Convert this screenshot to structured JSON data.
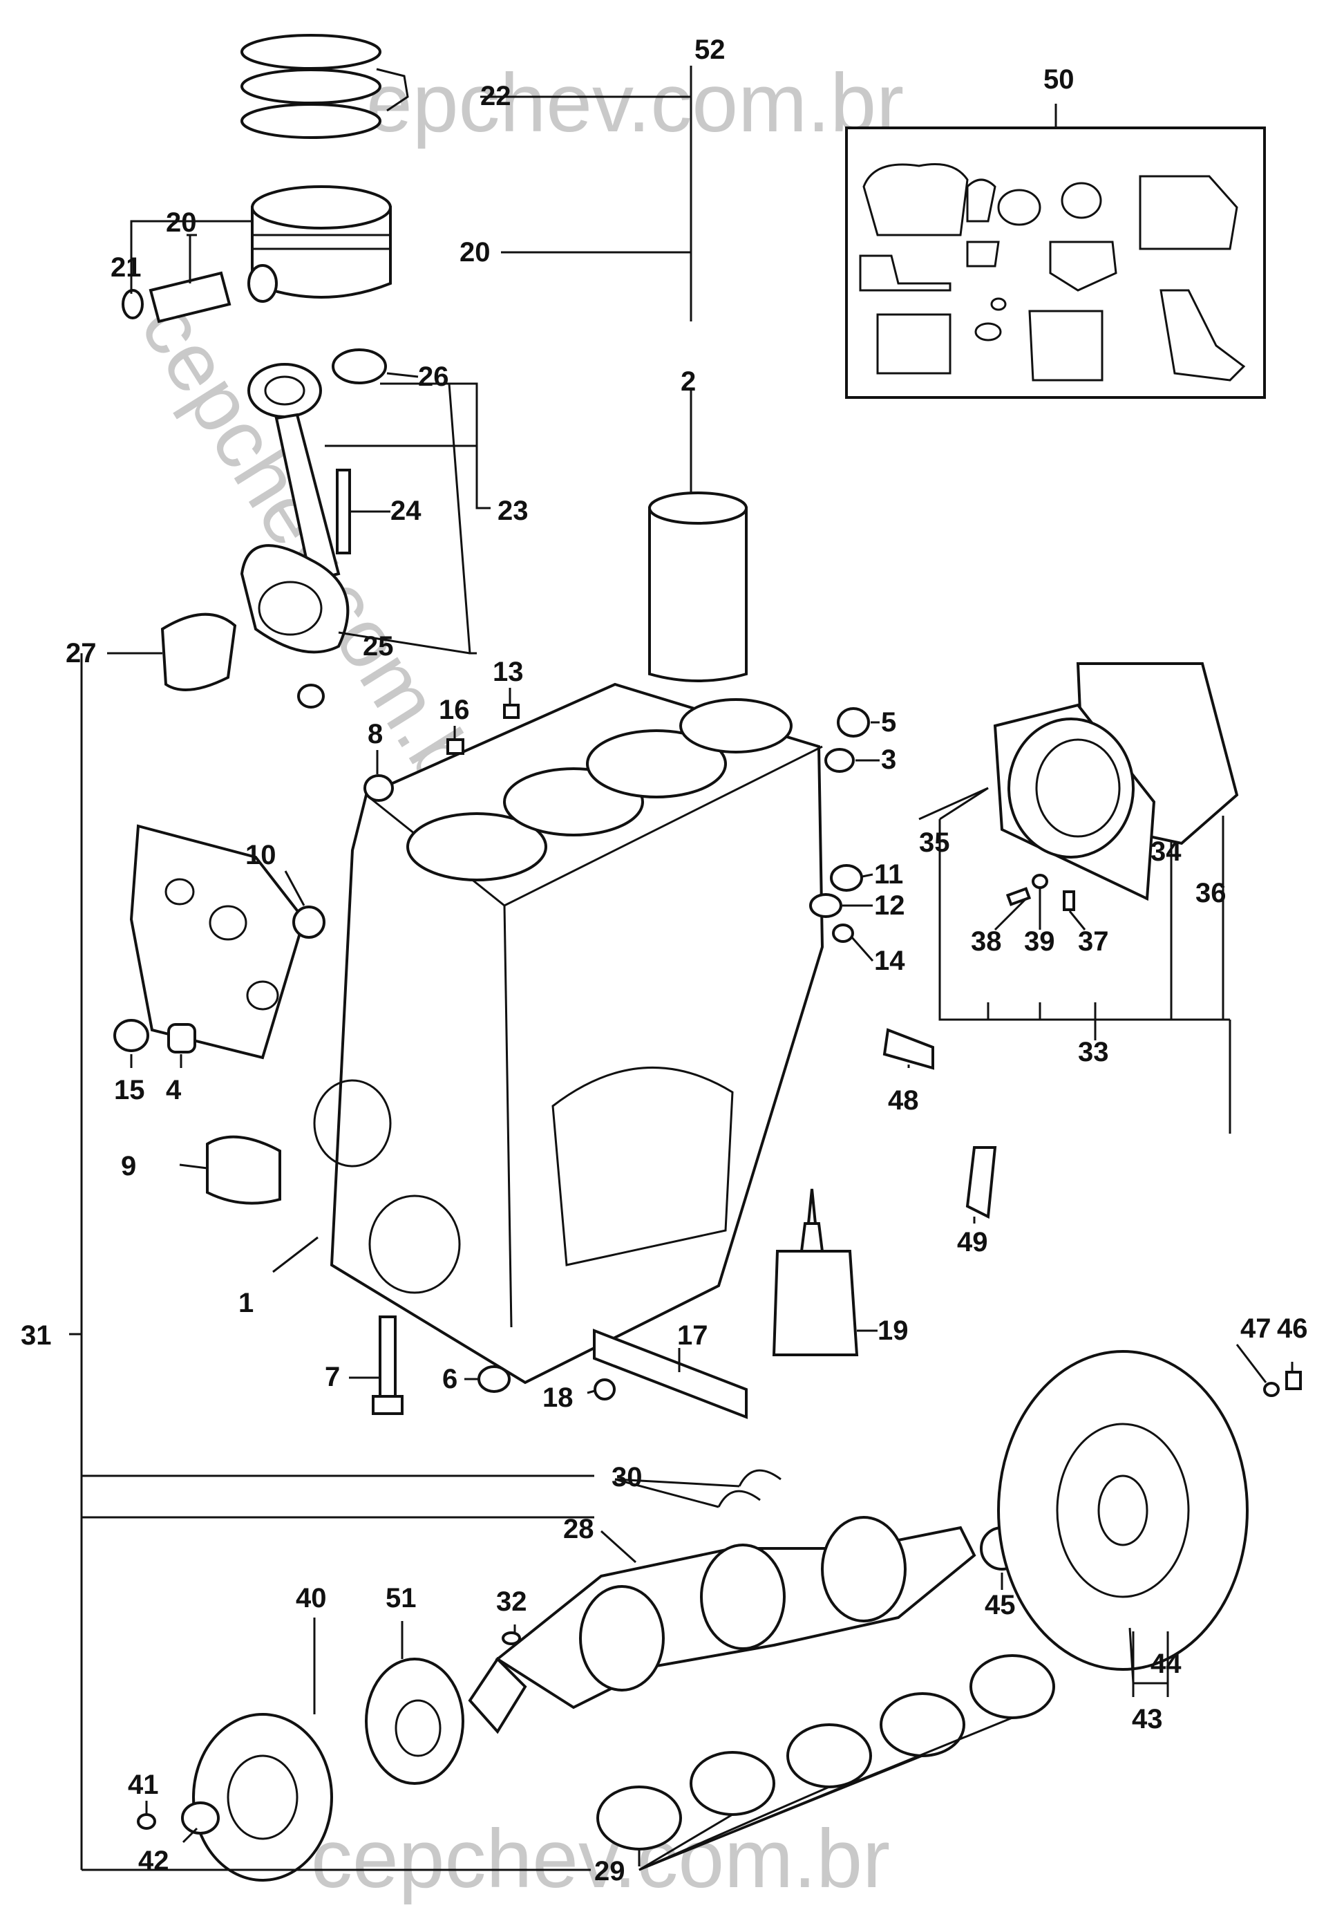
{
  "watermark": {
    "top": "cepchev.com.br",
    "bottom": "cepchev.com.br",
    "diagonal": "cepchev.com.br"
  },
  "labels": {
    "l1": "1",
    "l2": "2",
    "l3": "3",
    "l4": "4",
    "l5": "5",
    "l6": "6",
    "l7": "7",
    "l8": "8",
    "l9": "9",
    "l10": "10",
    "l11": "11",
    "l12": "12",
    "l13": "13",
    "l14": "14",
    "l15": "15",
    "l16": "16",
    "l17": "17",
    "l18": "18",
    "l19": "19",
    "l20a": "20",
    "l20b": "20",
    "l21": "21",
    "l22": "22",
    "l23": "23",
    "l24": "24",
    "l25": "25",
    "l26": "26",
    "l27": "27",
    "l28": "28",
    "l29": "29",
    "l30": "30",
    "l31": "31",
    "l32": "32",
    "l33": "33",
    "l34": "34",
    "l35": "35",
    "l36": "36",
    "l37": "37",
    "l38": "38",
    "l39": "39",
    "l40": "40",
    "l41": "41",
    "l42": "42",
    "l43": "43",
    "l44": "44",
    "l45": "45",
    "l46": "46",
    "l47": "47",
    "l48": "48",
    "l49": "49",
    "l50": "50",
    "l51": "51",
    "l52": "52"
  }
}
